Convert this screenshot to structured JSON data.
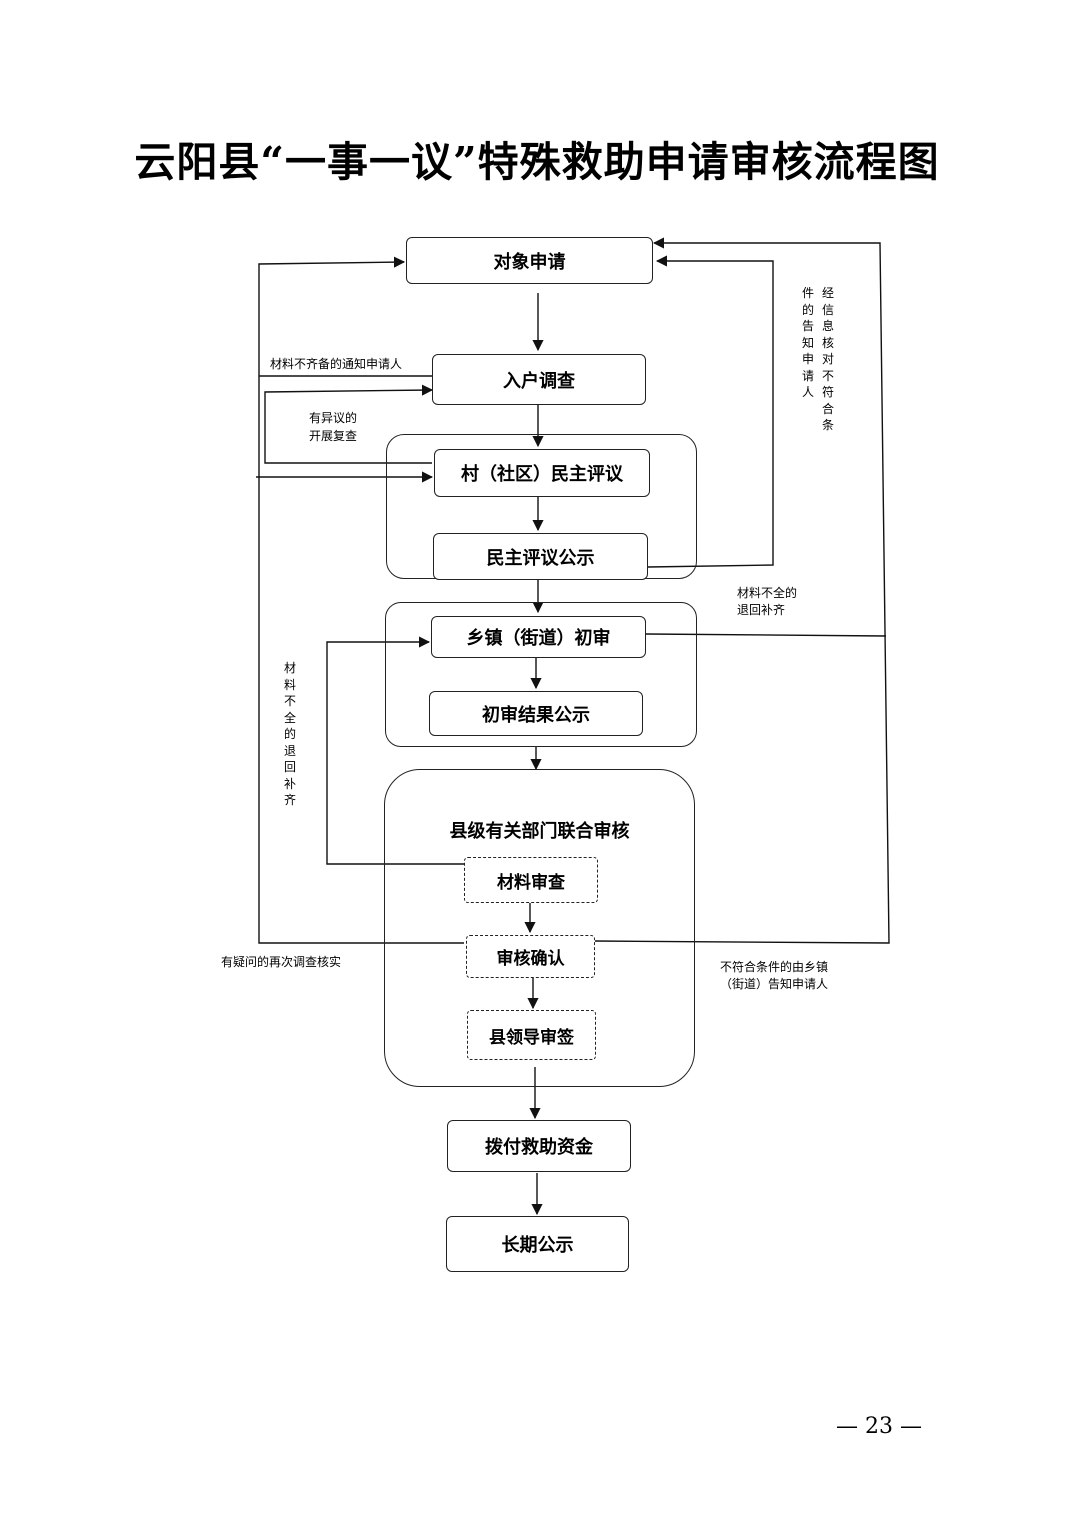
{
  "title": "云阳县“一事一议”特殊救助申请审核流程图",
  "nodes": {
    "apply": "对象申请",
    "survey": "入户调查",
    "village_review": "村（社区）民主评议",
    "review_publicity": "民主评议公示",
    "town_review": "乡镇（街道）初审",
    "town_publicity": "初审结果公示",
    "county_joint": "县级有关部门联合审核",
    "material_check": "材料审查",
    "audit_confirm": "审核确认",
    "leader_sign": "县领导审签",
    "disburse": "拨付救助资金",
    "long_publicity": "长期公示"
  },
  "edge_labels": {
    "incomplete_notify": "材料不齐备的通知申请人",
    "objection_line1": "有异议的",
    "objection_line2": "开展复查",
    "town_return_line1": "材料不全的",
    "town_return_line2": "退回补齐",
    "doubt_reinvestigate": "有疑问的再次调查核实",
    "reject_line1": "不符合条件的由乡镇",
    "reject_line2": "（街道）告知申请人",
    "verify_col1": "经信息核对不符合条",
    "verify_col2": "件的告知申请人",
    "material_return_vertical": "材料不全的退回补齐"
  },
  "page_number": "— 23 —"
}
